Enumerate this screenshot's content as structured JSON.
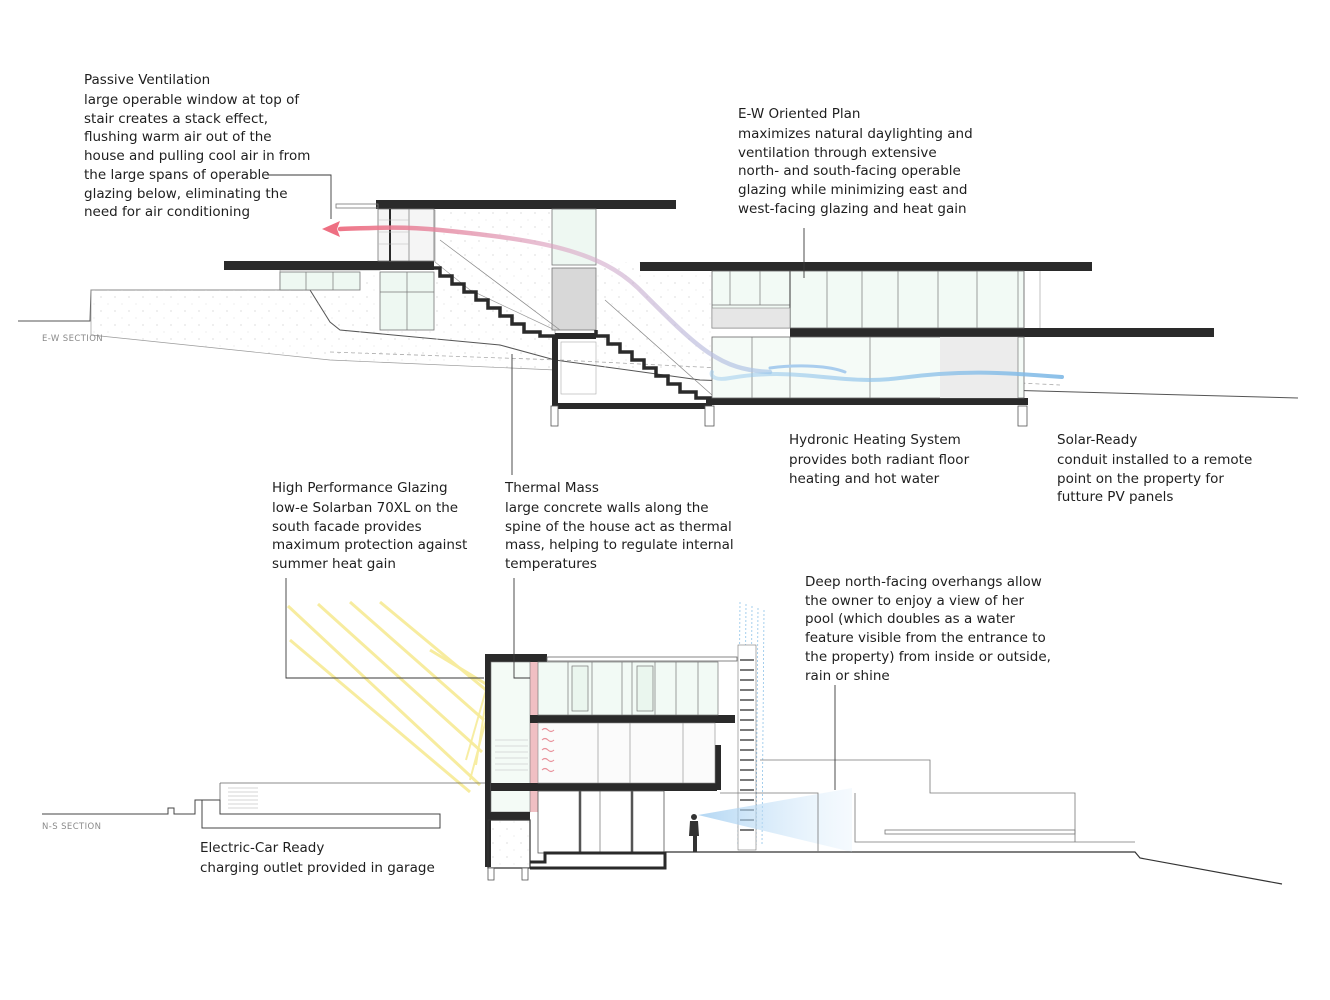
{
  "sections": {
    "ew": "E-W SECTION",
    "ns": "N-S SECTION"
  },
  "annotations": {
    "passive_ventilation": {
      "title": "Passive Ventilation",
      "body": "large operable window at top of\nstair creates a stack effect,\nflushing warm air out of the\nhouse and pulling cool air in from\nthe large spans of operable\nglazing below, eliminating the\nneed for air conditioning"
    },
    "ew_oriented_plan": {
      "title": "E-W Oriented Plan",
      "body": "maximizes natural daylighting and\nventilation through extensive\nnorth- and south-facing operable\nglazing while minimizing east and\nwest-facing glazing and heat gain"
    },
    "hydronic_heating": {
      "title": "Hydronic Heating System",
      "body": "provides both radiant floor\nheating and hot water"
    },
    "solar_ready": {
      "title": "Solar-Ready",
      "body": "conduit installed to a remote\npoint on the property for\nfutture PV panels"
    },
    "high_performance_glazing": {
      "title": "High Performance Glazing",
      "body": "low-e Solarban 70XL on the\nsouth facade provides\nmaximum protection against\nsummer heat gain"
    },
    "thermal_mass": {
      "title": "Thermal Mass",
      "body": "large concrete walls along the\nspine of the house act as thermal\nmass, helping to regulate internal\ntemperatures"
    },
    "deep_overhangs": {
      "body": "Deep north-facing overhangs allow\nthe owner to enjoy a view of her\npool (which doubles as a water\nfeature visible from the entrance to\nthe property) from inside or outside,\nrain or shine"
    },
    "electric_car": {
      "title": "Electric-Car Ready",
      "body": "charging outlet provided in garage"
    }
  },
  "colors": {
    "structure": "#2a2a2a",
    "warm_air": "#e88a9a",
    "cool_air": "#8fc3e8",
    "sun_rays": "#f7ec9a",
    "glass": "#eef8f2",
    "leader": "#3a3a3a",
    "ground": "#555555"
  }
}
